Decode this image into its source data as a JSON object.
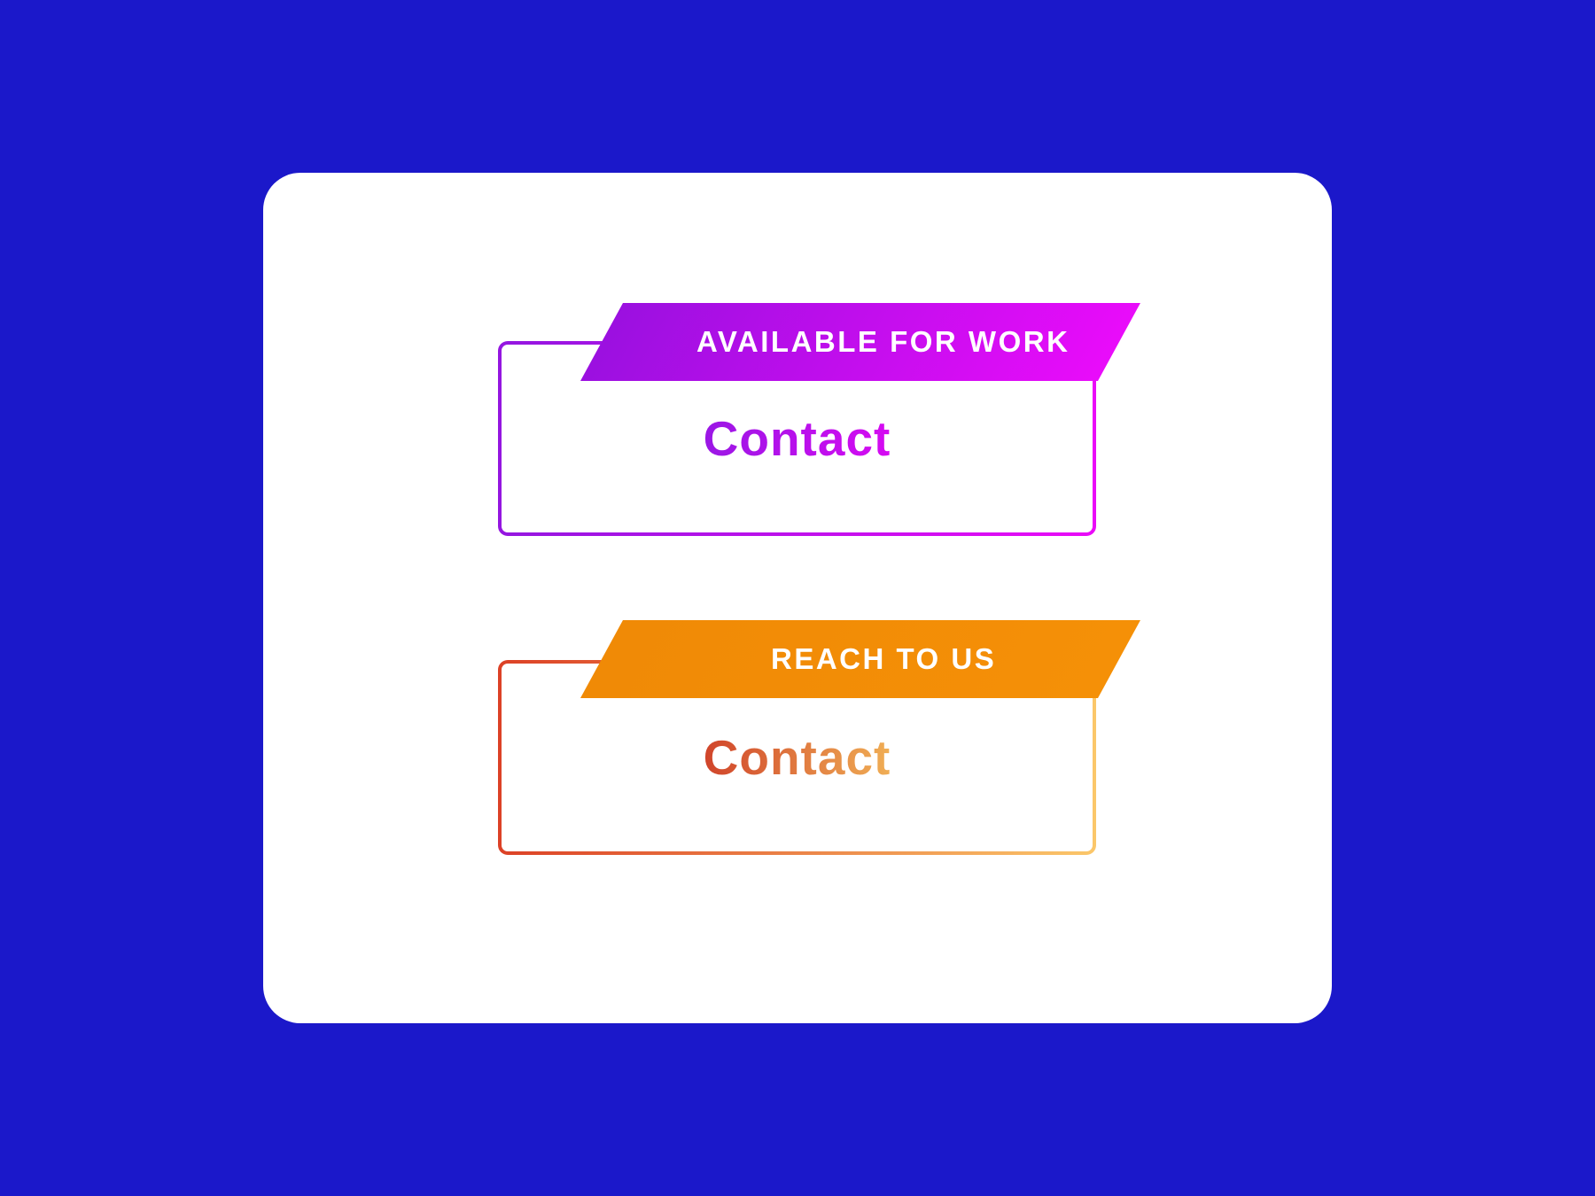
{
  "page": {
    "background_color": "#1b18ca",
    "card_color": "#ffffff"
  },
  "groups": [
    {
      "banner_label": "AVAILABLE FOR WORK",
      "contact_label": "Contact",
      "banner_gradient": [
        "#9b10e0",
        "#e90cfa"
      ],
      "border_gradient": [
        "#9416e0",
        "#ea0af8"
      ],
      "text_gradient": [
        "#9a17e5",
        "#d60af2"
      ]
    },
    {
      "banner_label": "REACH TO US",
      "contact_label": "Contact",
      "banner_gradient": [
        "#f08a06",
        "#f59007"
      ],
      "border_gradient": [
        "#dc4126",
        "#fbc76a"
      ],
      "text_gradient": [
        "#d0442a",
        "#f0ae55"
      ]
    }
  ]
}
